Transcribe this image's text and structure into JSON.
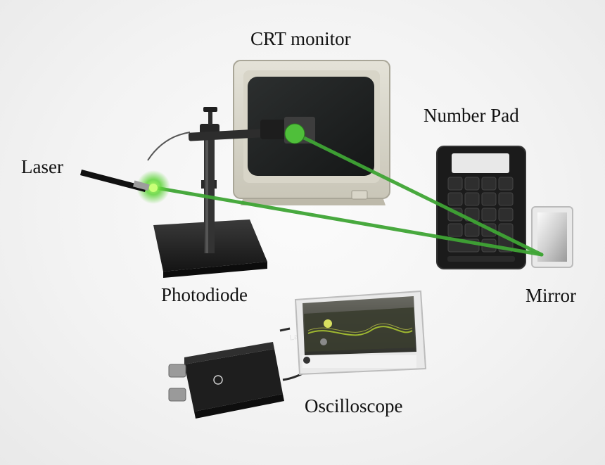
{
  "labels": {
    "crt_monitor": "CRT monitor",
    "number_pad": "Number Pad",
    "laser": "Laser",
    "photodiode": "Photodiode",
    "mirror": "Mirror",
    "oscilloscope": "Oscilloscope"
  },
  "device_brand": "LabNation",
  "colors": {
    "beam": "#3fa535",
    "background": "#f4f4f4",
    "label_text": "#111111"
  },
  "icons": [
    "laser-pointer-icon",
    "crt-monitor-icon",
    "photodiode-stand-icon",
    "number-pad-icon",
    "mirror-icon",
    "oscilloscope-box-icon",
    "tablet-icon"
  ]
}
